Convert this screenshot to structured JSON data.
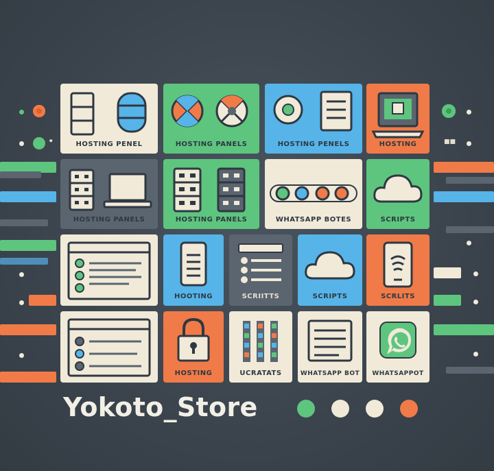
{
  "brand": {
    "name": "Yokoto_Store",
    "colors": {
      "background": "#3d4650",
      "cream": "#f1ead9",
      "green": "#5ec57e",
      "blue": "#56b4e9",
      "orange": "#f07b48",
      "gray": "#5b6570"
    }
  },
  "tiles": {
    "r1c1": "HOSTING PENEL",
    "r1c2": "HOSTING PANELS",
    "r1c3": "HOSTING PENELS",
    "r1c4": "HOSTING",
    "r2c1": "HOSTING PANELS",
    "r2c2": "HOSTING PANELS",
    "r2c3": "WHATSAPP BOTES",
    "r2c4": "SCRIPTS",
    "r3c1": "",
    "r3c2": "HOOTING",
    "r3c3": "SCRIITTS",
    "r3c4": "SCRIPTS",
    "r3c5": "SCRLITS",
    "r4c1": "",
    "r4c2": "HOSTING",
    "r4c3": "UCRATATS",
    "r4c4": "WHATSAPP BOT",
    "r4c5": "WHATSAPPOT"
  },
  "side_marker": "■■"
}
